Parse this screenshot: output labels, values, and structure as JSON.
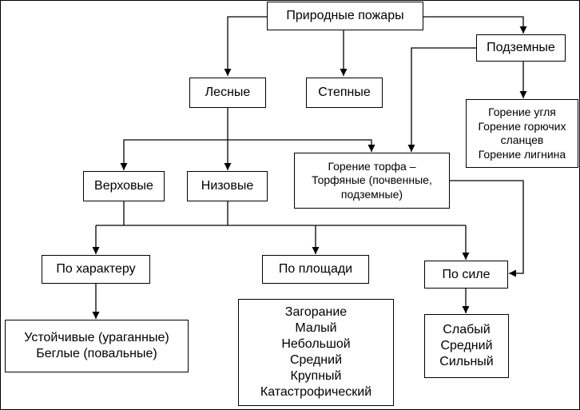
{
  "diagram": {
    "nodes": {
      "root": {
        "lines": [
          "Природные пожары"
        ]
      },
      "forest": {
        "lines": [
          "Лесные"
        ]
      },
      "steppe": {
        "lines": [
          "Степные"
        ]
      },
      "underground": {
        "lines": [
          "Подземные"
        ]
      },
      "coal": {
        "lines": [
          "Горение угля",
          "Горение горючих",
          "сланцев",
          "Горение лигнина"
        ]
      },
      "peat": {
        "lines": [
          "Горение торфа –",
          "Торфяные (почвенные,",
          "подземные)"
        ]
      },
      "crown": {
        "lines": [
          "Верховые"
        ]
      },
      "ground": {
        "lines": [
          "Низовые"
        ]
      },
      "by_character": {
        "lines": [
          "По характеру"
        ]
      },
      "by_area": {
        "lines": [
          "По площади"
        ]
      },
      "by_strength": {
        "lines": [
          "По силе"
        ]
      },
      "character_types": {
        "lines": [
          "Устойчивые (ураганные)",
          "Беглые (повальные)"
        ]
      },
      "area_types": {
        "lines": [
          "Загорание",
          "Малый",
          "Небольшой",
          "Средний",
          "Крупный",
          "Катастрофический"
        ]
      },
      "strength_types": {
        "lines": [
          "Слабый",
          "Средний",
          "Сильный"
        ]
      }
    }
  }
}
